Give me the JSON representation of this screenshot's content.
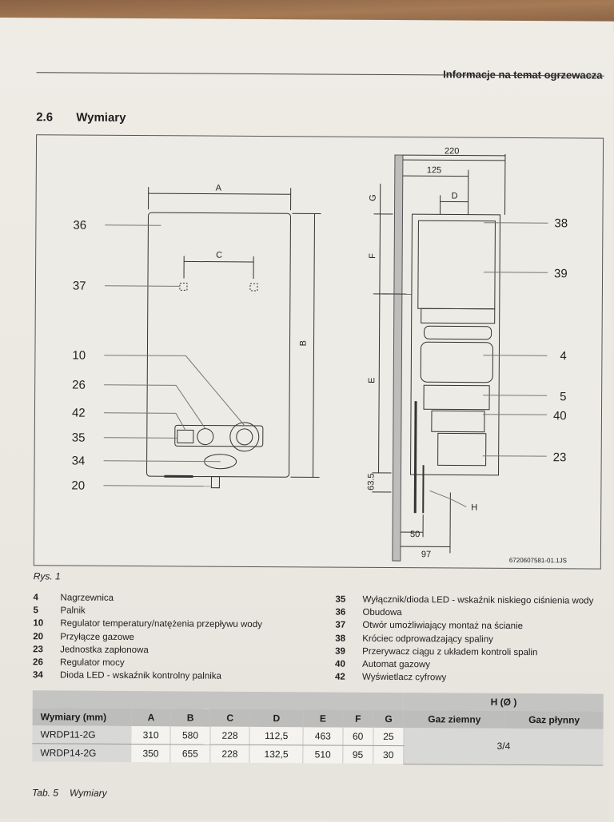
{
  "header": {
    "title": "Informacje na temat ogrzewacza"
  },
  "section": {
    "number": "2.6",
    "title": "Wymiary"
  },
  "figure": {
    "caption": "Rys. 1",
    "code": "6720607581-01.1JS",
    "front_callouts": [
      "36",
      "37",
      "10",
      "26",
      "42",
      "35",
      "34",
      "20"
    ],
    "side_callouts": [
      "38",
      "39",
      "4",
      "5",
      "40",
      "23"
    ],
    "dim_letters": {
      "A": "A",
      "B": "B",
      "C": "C",
      "D": "D",
      "E": "E",
      "F": "F",
      "G": "G",
      "H": "H"
    },
    "dim_values": {
      "w220": "220",
      "w125": "125",
      "h63": "63.5",
      "w50": "50",
      "w97": "97"
    }
  },
  "legend_left": [
    {
      "num": "4",
      "text": "Nagrzewnica"
    },
    {
      "num": "5",
      "text": "Palnik"
    },
    {
      "num": "10",
      "text": "Regulator temperatury/natężenia przepływu wody"
    },
    {
      "num": "20",
      "text": "Przyłącze gazowe"
    },
    {
      "num": "23",
      "text": "Jednostka zapłonowa"
    },
    {
      "num": "26",
      "text": "Regulator mocy"
    },
    {
      "num": "34",
      "text": "Dioda LED - wskaźnik kontrolny palnika"
    }
  ],
  "legend_right": [
    {
      "num": "35",
      "text": "Wyłącznik/dioda LED - wskaźnik niskiego ciśnienia wody"
    },
    {
      "num": "36",
      "text": "Obudowa"
    },
    {
      "num": "37",
      "text": "Otwór umożliwiający montaż na ścianie"
    },
    {
      "num": "38",
      "text": "Króciec odprowadzający spaliny"
    },
    {
      "num": "39",
      "text": "Przerywacz ciągu z układem kontroli spalin"
    },
    {
      "num": "40",
      "text": "Automat gazowy"
    },
    {
      "num": "42",
      "text": "Wyświetlacz cyfrowy"
    }
  ],
  "table": {
    "h_group": "H (Ø )",
    "headers": [
      "Wymiary (mm)",
      "A",
      "B",
      "C",
      "D",
      "E",
      "F",
      "G",
      "Gaz ziemny",
      "Gaz płynny"
    ],
    "rows": [
      {
        "name": "WRDP11-2G",
        "values": [
          "310",
          "580",
          "228",
          "112,5",
          "463",
          "60",
          "25"
        ]
      },
      {
        "name": "WRDP14-2G",
        "values": [
          "350",
          "655",
          "228",
          "132,5",
          "510",
          "95",
          "30"
        ]
      }
    ],
    "h_value": "3/4",
    "caption_num": "Tab. 5",
    "caption_text": "Wymiary"
  }
}
